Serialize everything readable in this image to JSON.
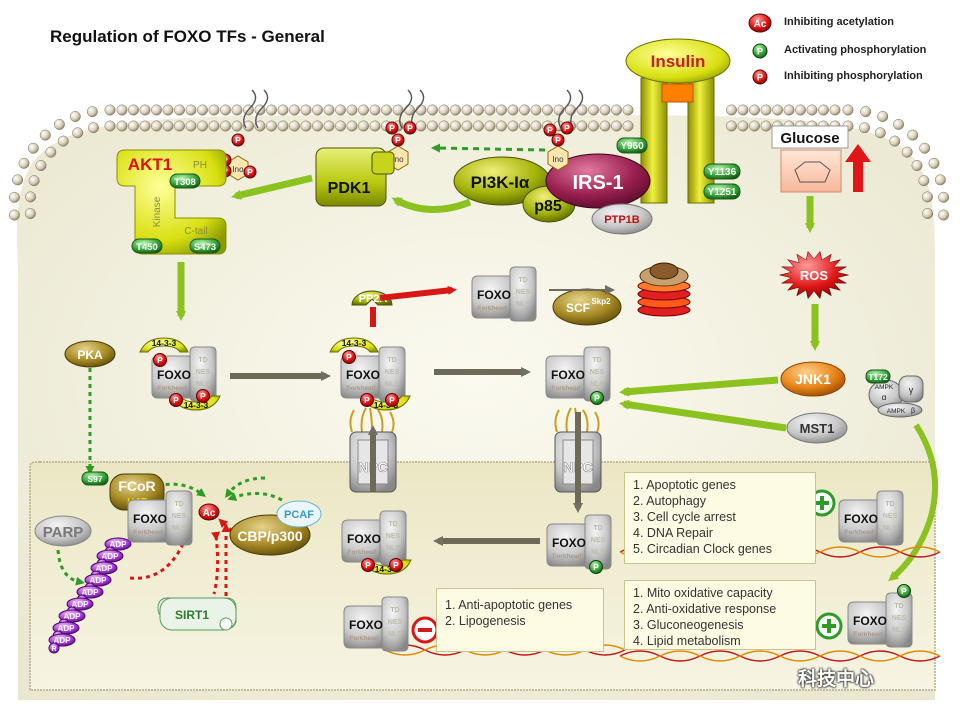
{
  "title": "Regulation of FOXO TFs - General",
  "legend": [
    {
      "symbol": "Ac",
      "label": "Inhibiting acetylation",
      "color": "#d33"
    },
    {
      "symbol": "P",
      "label": "Activating phosphorylation",
      "color": "#3a3"
    },
    {
      "symbol": "P",
      "label": "Inhibiting phosphorylation",
      "color": "#d22"
    }
  ],
  "labels": {
    "insulin": "Insulin",
    "akt1": "AKT1",
    "ph": "PH",
    "kinase": "Kinase",
    "ctail": "C-tail",
    "t308": "T308",
    "t450": "T450",
    "s473": "S473",
    "pdk1": "PDK1",
    "pi3k": "PI3K-Iα",
    "p85": "p85",
    "irs1": "IRS-1",
    "ptp1b": "PTP1B",
    "y960": "Y960",
    "y1136": "Y1136",
    "y1251": "Y1251",
    "ino": "Ino",
    "glucose": "Glucose",
    "ros": "ROS",
    "pp2a": "PP2A",
    "scf": "SCF",
    "skp2": "Skp2",
    "jnk1": "JNK1",
    "mst1": "MST1",
    "pka": "PKA",
    "t172": "T172",
    "ampk": "AMPK",
    "alpha": "α",
    "beta": "β",
    "gamma": "γ",
    "foxo": "FOXO",
    "forkhead": "Forkhead",
    "td": "TD",
    "nes": "NES",
    "nls": "NLS",
    "p1433": "14-3-3",
    "npc": "NPC",
    "fcor": "FCoR",
    "hat": "HAT",
    "s97": "S97",
    "parp": "PARP",
    "cbp": "CBP/p300",
    "pcaf": "PCAF",
    "sirt1": "SIRT1",
    "ac": "Ac",
    "p": "P",
    "adp": "ADP",
    "r": "R"
  },
  "gene_box_1": [
    "1. Apoptotic  genes",
    "2. Autophagy",
    "3. Cell cycle arrest",
    "4. DNA Repair",
    "5. Circadian Clock genes"
  ],
  "gene_box_2": [
    "1. Anti-apoptotic genes",
    "2. Lipogenesis"
  ],
  "gene_box_3": [
    "1. Mito oxidative capacity",
    "2. Anti-oxidative response",
    "3. Gluconeogenesis",
    "4. Lipid metabolism"
  ],
  "watermark": "科技中心"
}
